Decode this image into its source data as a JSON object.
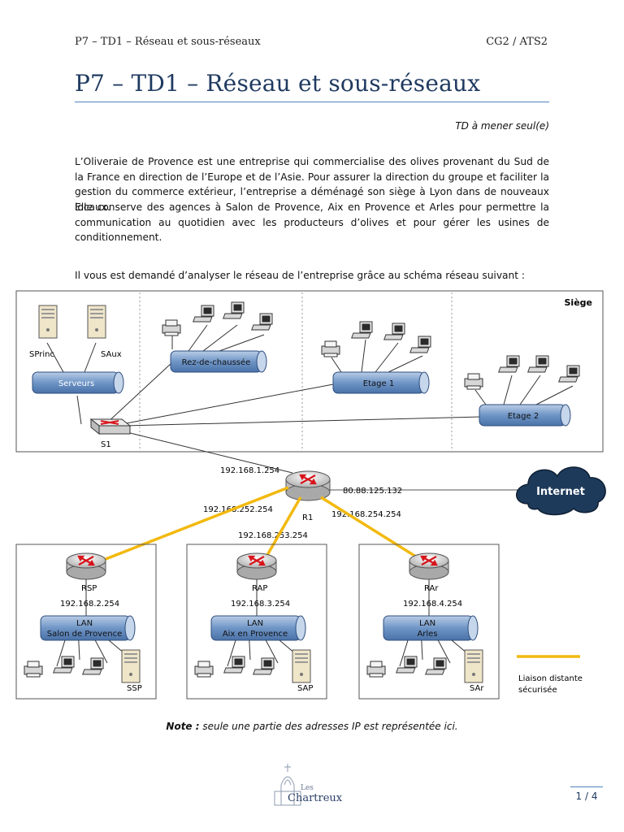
{
  "header": {
    "left": "P7 – TD1 – Réseau et sous-réseaux",
    "right": "CG2 / ATS2"
  },
  "title": "P7 – TD1 – Réseau et sous-réseaux",
  "subnote": "TD à mener seul(e)",
  "paragraphs": {
    "p1": "L’Oliveraie de Provence est une entreprise qui commercialise des olives provenant du Sud de la France en direction de l’Europe et de l’Asie. Pour assurer la direction du groupe et faciliter la gestion du commerce extérieur, l’entreprise a déménagé son siège à Lyon dans de nouveaux locaux.",
    "p2": "Elle conserve des agences à Salon de Provence, Aix en Provence et Arles pour permettre la communication au quotidien avec les producteurs d’olives et pour gérer les usines de conditionnement.",
    "p3": "Il vous est demandé d’analyser le réseau de l’entreprise grâce au schéma réseau suivant :"
  },
  "diagram": {
    "siege_label": "Siège",
    "servers": {
      "sprinc": "SPrinc",
      "saux": "SAux"
    },
    "lans": {
      "serveurs": "Serveurs",
      "rdc": "Rez-de-chaussée",
      "etage1": "Etage 1",
      "etage2": "Etage 2"
    },
    "switch": "S1",
    "router": "R1",
    "internet": "Internet",
    "ips": {
      "r1_lan": "192.168.1.254",
      "r1_wan": "80.88.125.132",
      "r1_rsp": "192.168.252.254",
      "r1_rap": "192.168.253.254",
      "r1_rar": "192.168.254.254"
    },
    "agencies": [
      {
        "router": "RSP",
        "ip": "192.168.2.254",
        "lan1": "LAN",
        "lan2": "Salon de Provence",
        "server": "SSP"
      },
      {
        "router": "RAP",
        "ip": "192.168.3.254",
        "lan1": "LAN",
        "lan2": "Aix en Provence",
        "server": "SAP"
      },
      {
        "router": "RAr",
        "ip": "192.168.4.254",
        "lan1": "LAN",
        "lan2": "Arles",
        "server": "SAr"
      }
    ],
    "legend": {
      "line1": "Liaison distante",
      "line2": "sécurisée"
    },
    "colors": {
      "secure_link": "#f2b90f",
      "lan_blue": "#7fa3cf",
      "router": "#c8c8c8",
      "internet": "#1e3a5a"
    }
  },
  "note": {
    "bold": "Note :",
    "text": " seule une partie des adresses IP est représentée ici."
  },
  "logo": {
    "line1": "Les",
    "line2": "Chartreux"
  },
  "page": "1 / 4"
}
